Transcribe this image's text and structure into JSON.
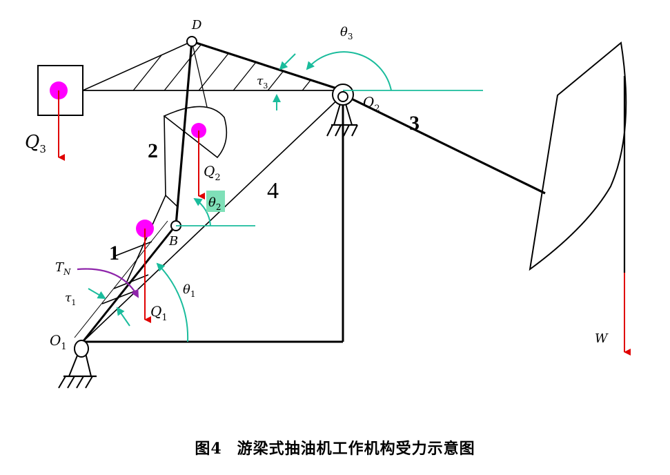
{
  "caption": {
    "figure_no": "图4",
    "text": "游梁式抽油机工作机构受力示意图"
  },
  "labels": {
    "point_D": "D",
    "point_B": "B",
    "point_O1": "O",
    "point_O1_sub": "1",
    "point_O2": "O",
    "point_O2_sub": "2",
    "link_1": "1",
    "link_2": "2",
    "link_3": "3",
    "link_4": "4",
    "theta1": "θ",
    "theta1_sub": "1",
    "theta2": "θ",
    "theta2_sub": "2",
    "theta3": "θ",
    "theta3_sub": "3",
    "tau1": "τ",
    "tau1_sub": "1",
    "tau3": "τ",
    "tau3_sub": "3",
    "TN": "T",
    "TN_sub": "N",
    "Q1": "Q",
    "Q1_sub": "1",
    "Q2": "Q",
    "Q2_sub": "2",
    "Q3": "Q",
    "Q3_sub": "3",
    "W": "W"
  },
  "colors": {
    "lines": "#000000",
    "load_arrows": "#e00000",
    "mass_points": "#ff00ff",
    "angle_arrows": "#1abc9c",
    "TN_arrow": "#8e24aa",
    "theta2_highlight": "#7fe0b8"
  }
}
